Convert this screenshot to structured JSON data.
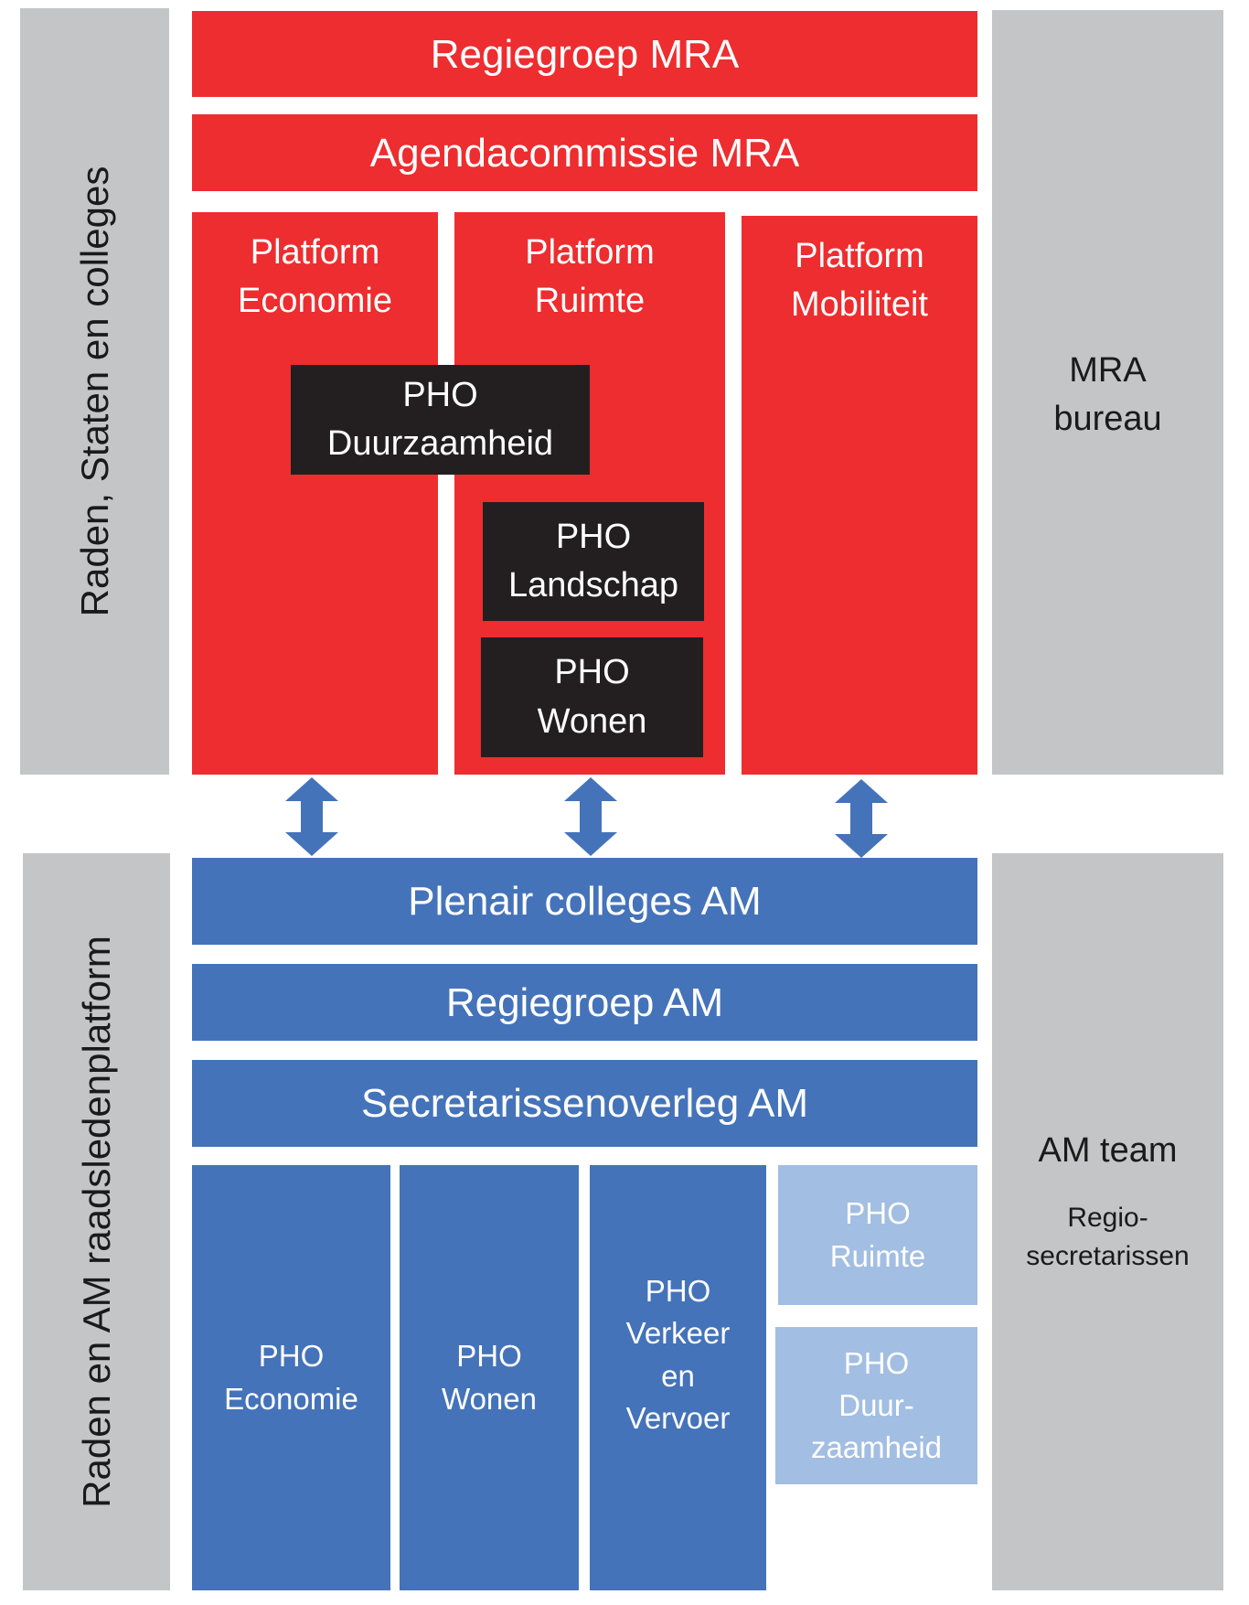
{
  "mra": {
    "regiegroep": "Regiegroep MRA",
    "agendacommissie": "Agendacommissie MRA",
    "platforms": [
      {
        "line1": "Platform",
        "line2": "Economie"
      },
      {
        "line1": "Platform",
        "line2": "Ruimte"
      },
      {
        "line1": "Platform",
        "line2": "Mobiliteit"
      }
    ],
    "pho": [
      {
        "line1": "PHO",
        "line2": "Duurzaamheid"
      },
      {
        "line1": "PHO",
        "line2": "Landschap"
      },
      {
        "line1": "PHO",
        "line2": "Wonen"
      }
    ]
  },
  "am": {
    "plenair": "Plenair colleges AM",
    "regiegroep": "Regiegroep AM",
    "secretarissen": "Secretarissenoverleg AM",
    "pho": [
      {
        "lines": [
          "PHO",
          "Economie"
        ]
      },
      {
        "lines": [
          "PHO",
          "Wonen"
        ]
      },
      {
        "lines": [
          "PHO",
          "Verkeer",
          "en",
          "Vervoer"
        ]
      },
      {
        "lines": [
          "PHO",
          "Ruimte"
        ]
      },
      {
        "lines": [
          "PHO",
          "Duur-",
          "zaamheid"
        ]
      }
    ]
  },
  "side": {
    "left_top": "Raden, Staten en colleges",
    "left_bottom": "Raden en AM raadsledenplatform",
    "right_top": {
      "line1": "MRA",
      "line2": "bureau"
    },
    "right_bottom": {
      "title": "AM team",
      "sub1": "Regio-",
      "sub2": "secretarissen"
    }
  },
  "colors": {
    "red": "#ed2d2f",
    "blue": "#4473b9",
    "light_blue": "#a2bee2",
    "black": "#231f20",
    "grey": "#c4c5c7",
    "arrow": "#4473b9"
  }
}
